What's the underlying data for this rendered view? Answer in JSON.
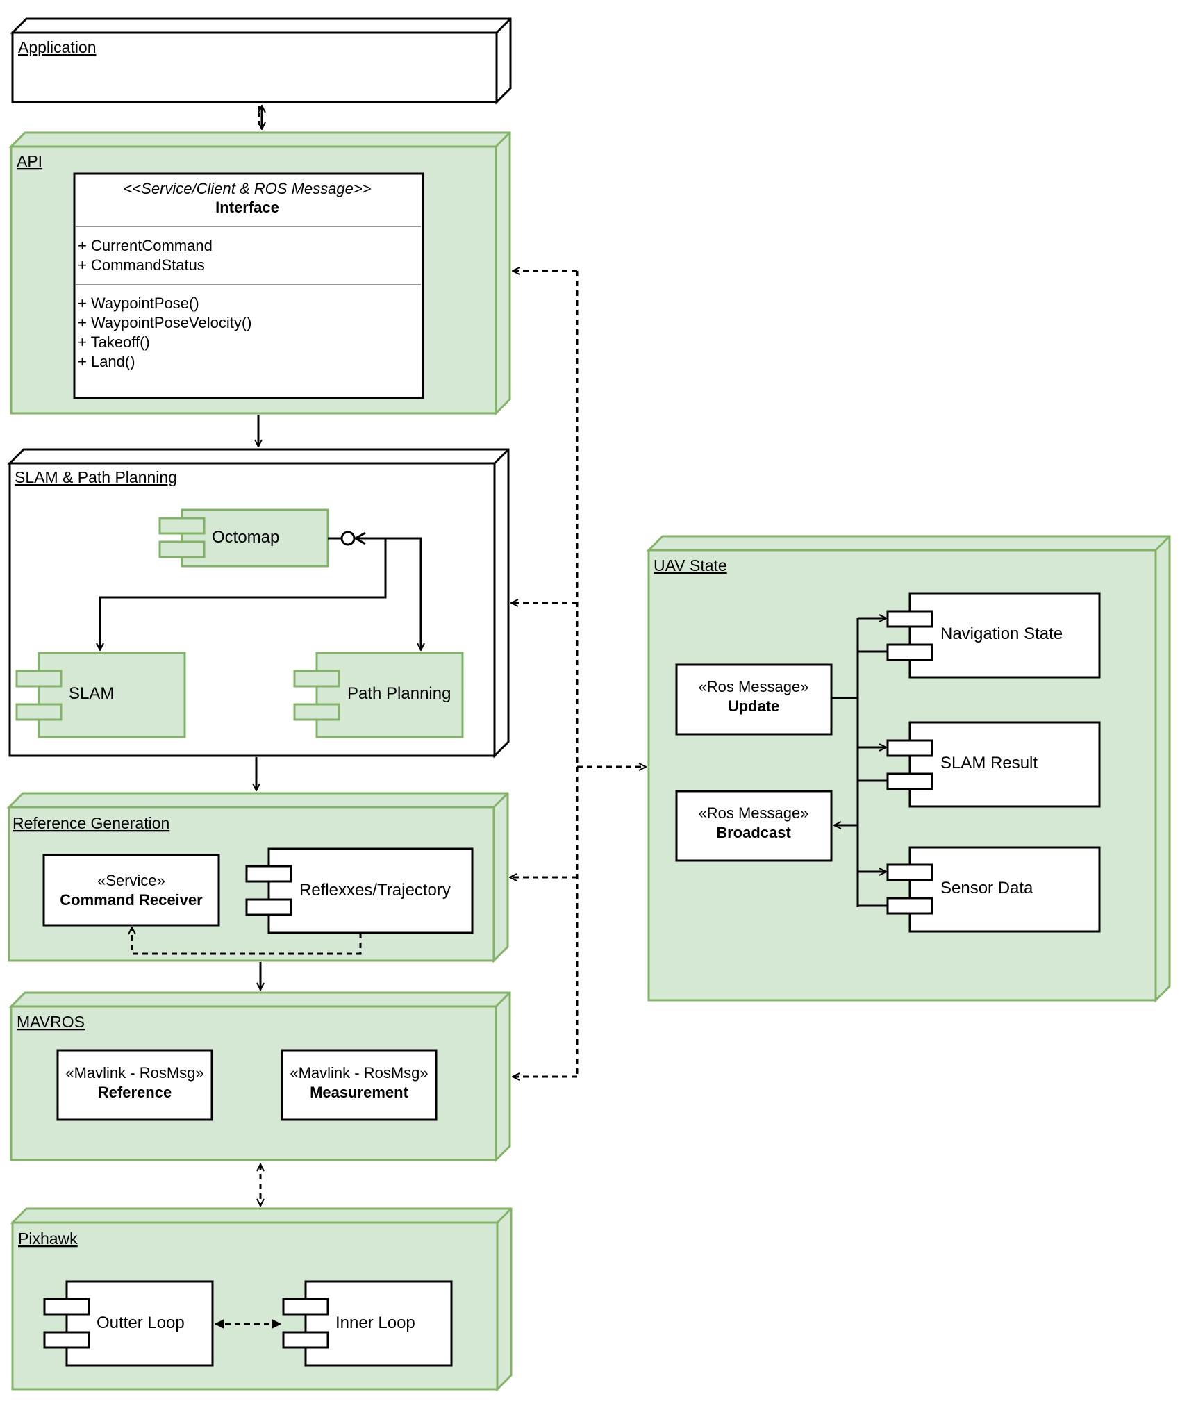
{
  "colors": {
    "green_fill": "#d5e8d4",
    "green_stroke": "#82b366",
    "black": "#000000",
    "white": "#ffffff"
  },
  "nodes": {
    "application": {
      "title": "Application"
    },
    "api": {
      "title": "API",
      "interface": {
        "stereotype": "<<Service/Client & ROS Message>>",
        "name": "Interface",
        "attributes": [
          "+ CurrentCommand",
          "+ CommandStatus"
        ],
        "methods": [
          "+ WaypointPose()",
          "+ WaypointPoseVelocity()",
          "+ Takeoff()",
          "+ Land()"
        ]
      }
    },
    "slam_path_planning": {
      "title": "SLAM & Path Planning",
      "components": {
        "octomap": "Octomap",
        "slam": "SLAM",
        "path_planning": "Path Planning"
      }
    },
    "reference_generation": {
      "title": "Reference Generation",
      "command_receiver": {
        "stereotype": "«Service»",
        "name": "Command Receiver"
      },
      "trajectory": "Reflexxes/Trajectory"
    },
    "mavros": {
      "title": "MAVROS",
      "reference": {
        "stereotype": "«Mavlink - RosMsg»",
        "name": "Reference"
      },
      "measurement": {
        "stereotype": "«Mavlink - RosMsg»",
        "name": "Measurement"
      }
    },
    "pixhawk": {
      "title": "Pixhawk",
      "components": {
        "outer_loop": "Outter Loop",
        "inner_loop": "Inner Loop"
      }
    },
    "uav_state": {
      "title": "UAV State",
      "update": {
        "stereotype": "«Ros Message»",
        "name": "Update"
      },
      "broadcast": {
        "stereotype": "«Ros Message»",
        "name": "Broadcast"
      },
      "components": {
        "navigation_state": "Navigation State",
        "slam_result": "SLAM Result",
        "sensor_data": "Sensor Data"
      }
    }
  }
}
